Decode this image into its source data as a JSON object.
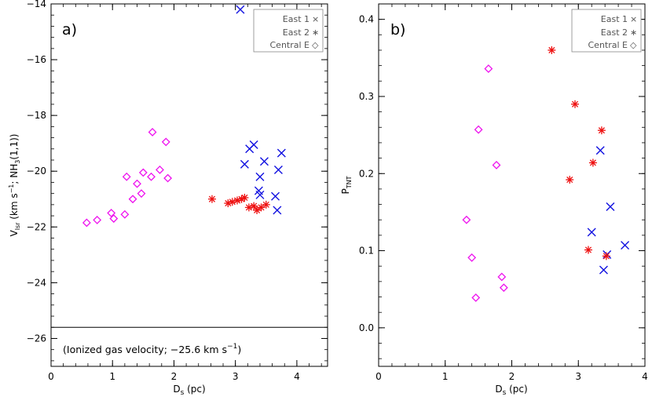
{
  "colors": {
    "east1": "#1010e0",
    "east2": "#ee1010",
    "central": "#ee10ee",
    "axis": "#000000",
    "legend_border": "#888888",
    "legend_text": "#555555"
  },
  "legend": {
    "east1_label": "East 1",
    "east2_label": "East 2",
    "central_label": "Central E",
    "east1_symbol": "×",
    "east2_symbol": "∗",
    "central_symbol": "◇"
  },
  "chart_data": [
    {
      "type": "scatter",
      "panel_label": "a)",
      "xlabel_main": "D",
      "xlabel_sub": "s",
      "xlabel_tail": " (pc)",
      "ylabel_parts": {
        "v": "V",
        "lsr": "lsr",
        "mid": " (km s",
        "exp": "−1",
        "after": "; NH",
        "sub3": "3",
        "end": "(1,1))"
      },
      "xlim": [
        0,
        4.5
      ],
      "ylim": [
        -27,
        -14
      ],
      "xticks": [
        0,
        1,
        2,
        3,
        4
      ],
      "xtick_labels": [
        "0",
        "1",
        "2",
        "3",
        "4"
      ],
      "yticks": [
        -26,
        -24,
        -22,
        -20,
        -18,
        -16,
        -14
      ],
      "ytick_labels": [
        "−26",
        "−24",
        "−22",
        "−20",
        "−18",
        "−16",
        "−14"
      ],
      "hline": -25.6,
      "annotation": "(Ionized gas velocity; −25.6 km s",
      "annotation_exp": "−1",
      "annotation_end": ")",
      "legend_position": "top-right",
      "series": [
        {
          "name": "East 1",
          "marker": "x",
          "points": [
            [
              3.08,
              -14.2
            ],
            [
              3.15,
              -19.75
            ],
            [
              3.23,
              -19.2
            ],
            [
              3.3,
              -19.05
            ],
            [
              3.4,
              -20.2
            ],
            [
              3.47,
              -19.65
            ],
            [
              3.75,
              -19.35
            ],
            [
              3.7,
              -19.95
            ],
            [
              3.38,
              -20.7
            ],
            [
              3.4,
              -20.85
            ],
            [
              3.65,
              -20.9
            ],
            [
              3.68,
              -21.4
            ]
          ]
        },
        {
          "name": "East 2",
          "marker": "star",
          "points": [
            [
              2.62,
              -21.0
            ],
            [
              2.88,
              -21.15
            ],
            [
              2.95,
              -21.1
            ],
            [
              3.03,
              -21.05
            ],
            [
              3.1,
              -21.0
            ],
            [
              3.15,
              -20.95
            ],
            [
              3.22,
              -21.3
            ],
            [
              3.3,
              -21.25
            ],
            [
              3.35,
              -21.4
            ],
            [
              3.42,
              -21.3
            ],
            [
              3.5,
              -21.2
            ]
          ]
        },
        {
          "name": "Central E",
          "marker": "diamond",
          "points": [
            [
              0.58,
              -21.85
            ],
            [
              0.75,
              -21.75
            ],
            [
              0.98,
              -21.5
            ],
            [
              1.02,
              -21.7
            ],
            [
              1.2,
              -21.55
            ],
            [
              1.23,
              -20.2
            ],
            [
              1.33,
              -21.0
            ],
            [
              1.4,
              -20.45
            ],
            [
              1.47,
              -20.8
            ],
            [
              1.5,
              -20.05
            ],
            [
              1.65,
              -18.6
            ],
            [
              1.63,
              -20.2
            ],
            [
              1.77,
              -19.95
            ],
            [
              1.87,
              -18.95
            ],
            [
              1.9,
              -20.25
            ]
          ]
        }
      ]
    },
    {
      "type": "scatter",
      "panel_label": "b)",
      "xlabel_main": "D",
      "xlabel_sub": "s",
      "xlabel_tail": " (pc)",
      "ylabel_parts": {
        "v": "P",
        "lsr": "TNT"
      },
      "xlim": [
        0,
        4
      ],
      "ylim": [
        -0.05,
        0.42
      ],
      "xticks": [
        0,
        1,
        2,
        3,
        4
      ],
      "xtick_labels": [
        "0",
        "1",
        "2",
        "3",
        "4"
      ],
      "yticks": [
        0.0,
        0.1,
        0.2,
        0.3,
        0.4
      ],
      "ytick_labels": [
        "0.0",
        "0.1",
        "0.2",
        "0.3",
        "0.4"
      ],
      "legend_position": "top-right",
      "series": [
        {
          "name": "East 1",
          "marker": "x",
          "points": [
            [
              3.33,
              0.23
            ],
            [
              3.48,
              0.157
            ],
            [
              3.2,
              0.124
            ],
            [
              3.7,
              0.107
            ],
            [
              3.43,
              0.095
            ],
            [
              3.38,
              0.075
            ]
          ]
        },
        {
          "name": "East 2",
          "marker": "star",
          "points": [
            [
              2.6,
              0.36
            ],
            [
              2.95,
              0.29
            ],
            [
              3.35,
              0.256
            ],
            [
              3.22,
              0.214
            ],
            [
              2.87,
              0.192
            ],
            [
              3.15,
              0.101
            ],
            [
              3.42,
              0.093
            ]
          ]
        },
        {
          "name": "Central E",
          "marker": "diamond",
          "points": [
            [
              1.65,
              0.336
            ],
            [
              1.5,
              0.257
            ],
            [
              1.77,
              0.211
            ],
            [
              1.32,
              0.14
            ],
            [
              1.4,
              0.091
            ],
            [
              1.85,
              0.066
            ],
            [
              1.88,
              0.052
            ],
            [
              1.46,
              0.039
            ]
          ]
        }
      ]
    }
  ]
}
